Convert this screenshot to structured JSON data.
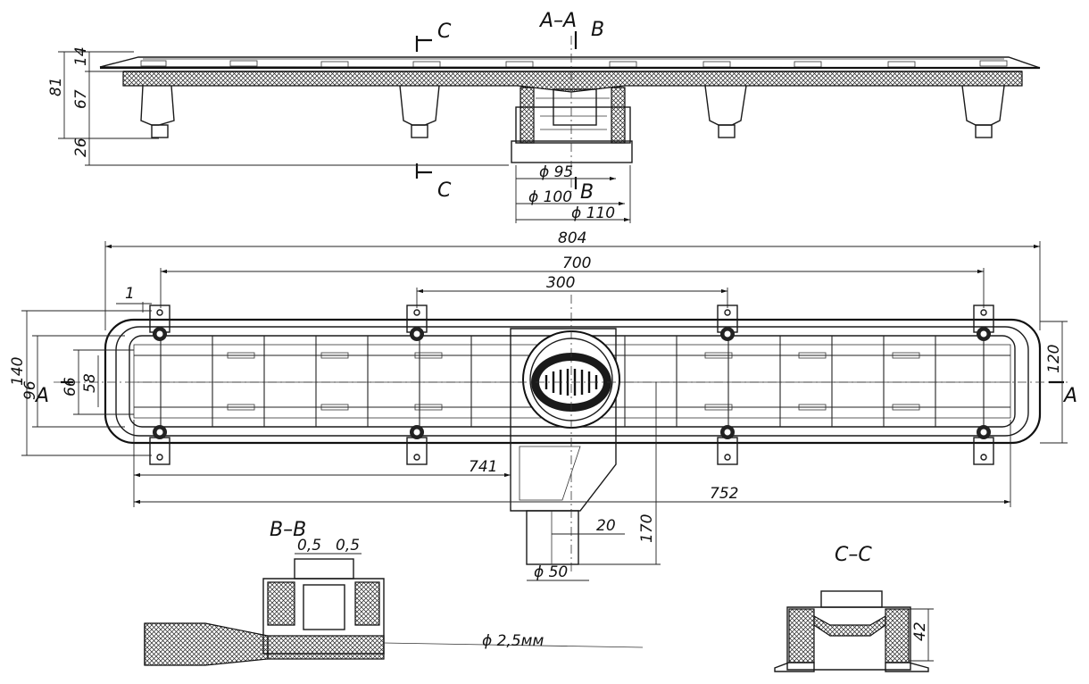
{
  "sections": {
    "aa": "A–A",
    "bb": "B–B",
    "cc": "C–C",
    "marker_a": "A",
    "marker_b": "B",
    "marker_c": "C"
  },
  "dimensions": {
    "d804": "804",
    "d700": "700",
    "d300": "300",
    "d1": "1",
    "d741": "741",
    "d752": "752",
    "d170": "170",
    "d20": "20",
    "d140": "140",
    "d96": "96",
    "d66": "66",
    "d58": "58",
    "d120": "120",
    "d81": "81",
    "d67": "67",
    "d14": "14",
    "d26": "26",
    "d42": "42",
    "d05a": "0,5",
    "d05b": "0,5",
    "phi95": "ϕ 95",
    "phi100": "ϕ 100",
    "phi110": "ϕ 110",
    "phi50": "ϕ 50",
    "phi25": "ϕ 2,5мм"
  }
}
